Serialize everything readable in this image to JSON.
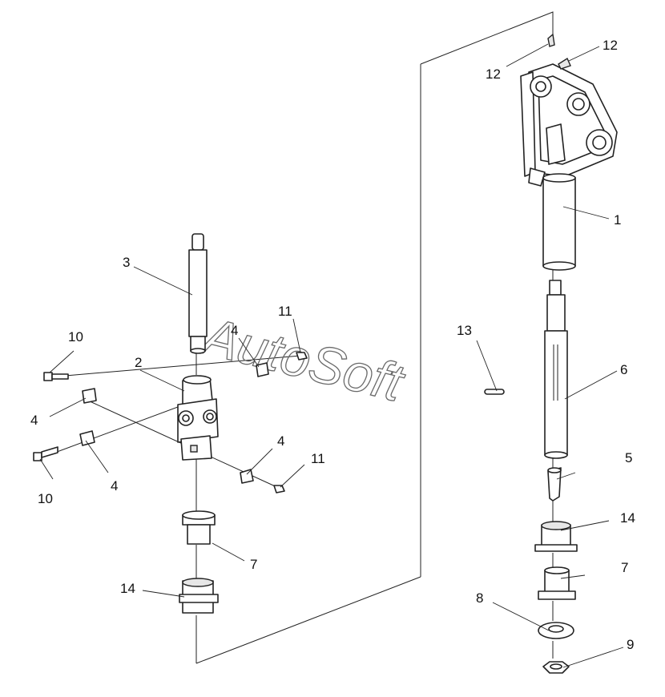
{
  "watermark": "AutoSoft",
  "callouts": {
    "c1": "1",
    "c2": "2",
    "c3": "3",
    "c4a": "4",
    "c4b": "4",
    "c4c": "4",
    "c4d": "4",
    "c5": "5",
    "c6": "6",
    "c7a": "7",
    "c7b": "7",
    "c8": "8",
    "c9": "9",
    "c10a": "10",
    "c10b": "10",
    "c11a": "11",
    "c11b": "11",
    "c12a": "12",
    "c12b": "12",
    "c13": "13",
    "c14a": "14",
    "c14b": "14"
  }
}
